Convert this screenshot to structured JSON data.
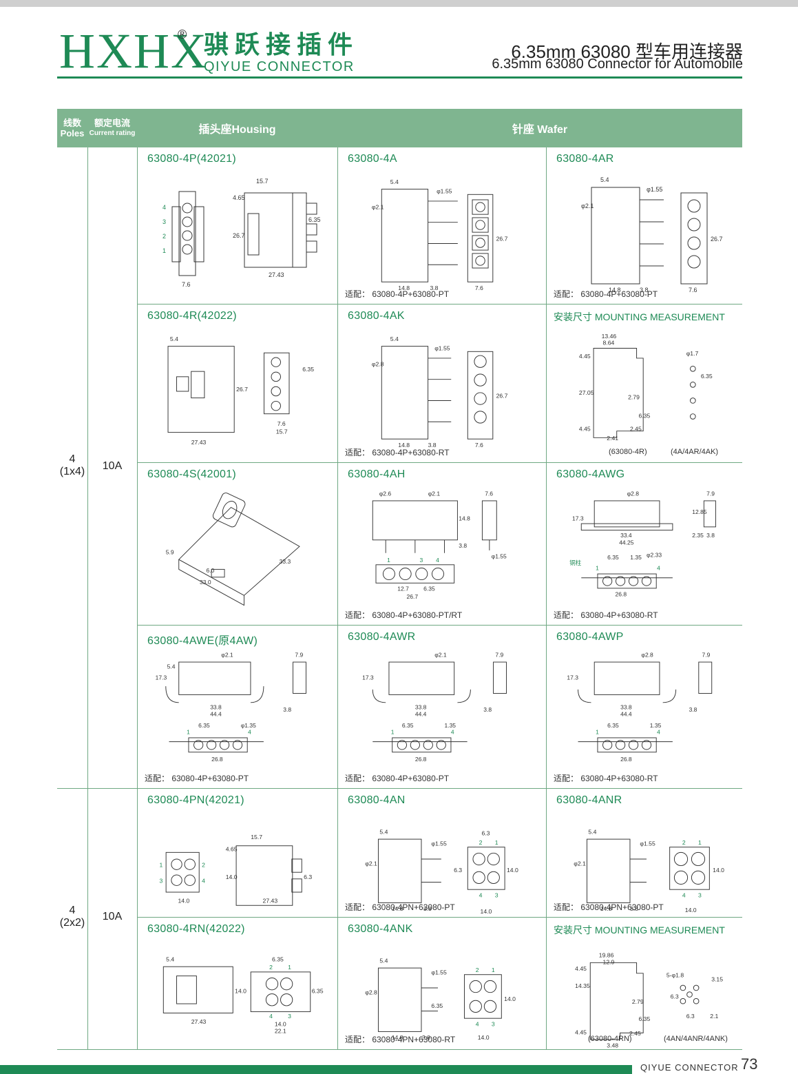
{
  "header": {
    "brand": "HXHX",
    "registered": "®",
    "cn_name": "骐跃接插件",
    "en_name": "QIYUE CONNECTOR",
    "title_cn": "6.35mm 63080 型车用连接器",
    "title_en": "6.35mm 63080 Connector for Automobile"
  },
  "table_header": {
    "poles_cn": "线数",
    "poles_en": "Poles",
    "rating_cn": "额定电流",
    "rating_en": "Current rating",
    "housing": "插头座Housing",
    "wafer": "针座 Wafer"
  },
  "groups": [
    {
      "poles": "4",
      "layout": "(1x4)",
      "rating": "10A"
    },
    {
      "poles": "4",
      "layout": "(2x2)",
      "rating": "10A"
    }
  ],
  "cells": {
    "r1c1": {
      "model": "63080-4P(42021)"
    },
    "r1c2": {
      "model": "63080-4A",
      "fit": "适配： 63080-4P+63080-PT"
    },
    "r1c3": {
      "model": "63080-4AR",
      "fit": "适配： 63080-4P+63080-PT"
    },
    "r2c1": {
      "model": "63080-4R(42022)"
    },
    "r2c2": {
      "model": "63080-4AK",
      "fit": "适配： 63080-4P+63080-RT"
    },
    "r2c3": {
      "title": "安装尺寸 MOUNTING MEASUREMENT",
      "cap_left": "(63080-4R)",
      "cap_right": "(4A/4AR/4AK)"
    },
    "r3c1": {
      "model": "63080-4S(42001)"
    },
    "r3c2": {
      "model": "63080-4AH",
      "fit": "适配： 63080-4P+63080-PT/RT"
    },
    "r3c3": {
      "model": "63080-4AWG",
      "fit": "适配： 63080-4P+63080-RT"
    },
    "r4c1": {
      "model": "63080-4AWE(原4AW)",
      "fit": "适配： 63080-4P+63080-PT"
    },
    "r4c2": {
      "model": "63080-4AWR",
      "fit": "适配： 63080-4P+63080-PT"
    },
    "r4c3": {
      "model": "63080-4AWP",
      "fit": "适配： 63080-4P+63080-RT"
    },
    "r5c1": {
      "model": "63080-4PN(42021)"
    },
    "r5c2": {
      "model": "63080-4AN",
      "fit": "适配： 63080-4PN+63080-PT"
    },
    "r5c3": {
      "model": "63080-4ANR",
      "fit": "适配： 63080-4PN+63080-PT"
    },
    "r6c1": {
      "model": "63080-4RN(42022)"
    },
    "r6c2": {
      "model": "63080-4ANK",
      "fit": "适配： 63080-4PN+63080-RT"
    },
    "r6c3": {
      "title": "安装尺寸 MOUNTING MEASUREMENT",
      "cap_left": "(63080-4RN)",
      "cap_right": "(4AN/4ANR/4ANK)"
    }
  },
  "dims": {
    "d_15_7": "15.7",
    "d_4_65": "4.65",
    "d_6_35": "6.35",
    "d_26_7": "26.7",
    "d_7_6": "7.6",
    "d_27_43": "27.43",
    "d_5_4": "5.4",
    "d_phi2_1": "φ2.1",
    "d_phi1_55": "φ1.55",
    "d_14_8": "14.8",
    "d_3_8": "3.8",
    "d_phi2_8": "φ2.8",
    "d_13_46": "13.46",
    "d_8_64": "8.64",
    "d_4_45": "4.45",
    "d_27_05": "27.05",
    "d_2_79": "2.79",
    "d_2_45": "2.45",
    "d_2_41": "2.41",
    "d_phi1_7": "φ1.7",
    "d_5_9": "5.9",
    "d_6_0": "6.0",
    "d_33_0": "33.0",
    "d_33_3": "33.3",
    "d_phi2_6": "φ2.6",
    "d_14_8b": "14.8",
    "d_12_7": "12.7",
    "d_17_3": "17.3",
    "d_33_4": "33.4",
    "d_44_25": "44.25",
    "d_12_85": "12.85",
    "d_2_35": "2.35",
    "d_7_9": "7.9",
    "d_1_35": "1.35",
    "d_phi2_33": "φ2.33",
    "d_26_8": "26.8",
    "d_copper": "铜柱",
    "d_33_8": "33.8",
    "d_44_4": "44.4",
    "d_phi1_35": "φ1.35",
    "d_6_3": "6.3",
    "d_14_0": "14.0",
    "d_22_1": "22.1",
    "d_19_86": "19.86",
    "d_12_9": "12.9",
    "d_14_35": "14.35",
    "d_3_48": "3.48",
    "d_5phi1_8": "5-φ1.8",
    "d_3_15": "3.15",
    "d_2_1": "2.1",
    "p1": "1",
    "p2": "2",
    "p3": "3",
    "p4": "4"
  },
  "footer": {
    "brand": "QIYUE CONNECTOR",
    "page": "73"
  }
}
